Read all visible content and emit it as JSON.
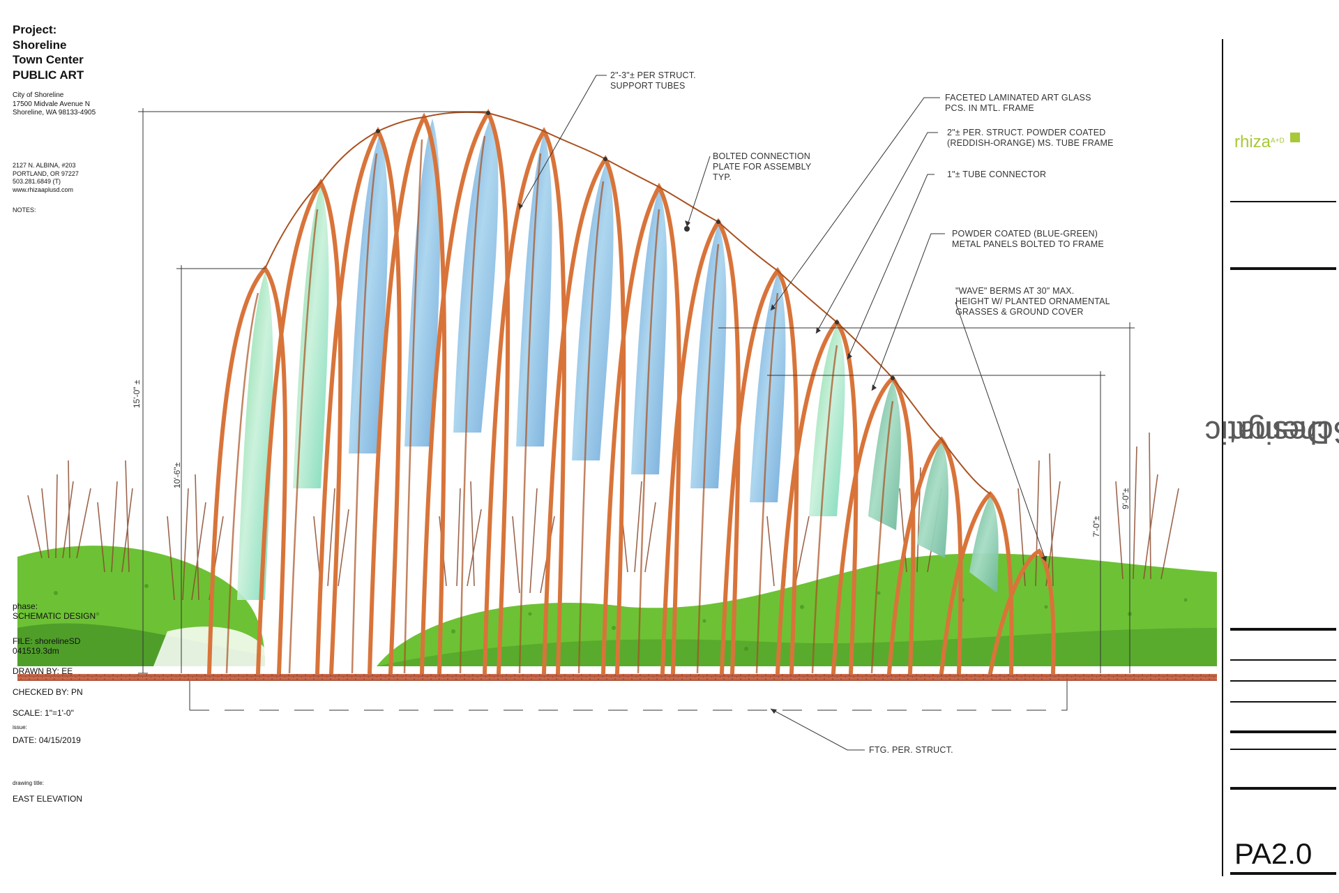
{
  "callouts": {
    "support_tubes": [
      "2\"-3\"± PER STRUCT.",
      "SUPPORT TUBES"
    ],
    "bolted_plate": [
      "BOLTED CONNECTION",
      "PLATE FOR ASSEMBLY",
      "TYP."
    ],
    "art_glass": [
      "FACETED LAMINATED ART GLASS",
      "PCS. IN MTL. FRAME"
    ],
    "tube_frame": [
      "2\"± PER. STRUCT. POWDER COATED",
      "(REDDISH-ORANGE) MS. TUBE FRAME"
    ],
    "tube_connector": [
      "1\"± TUBE CONNECTOR"
    ],
    "metal_panels": [
      "POWDER COATED (BLUE-GREEN)",
      "METAL PANELS BOLTED TO FRAME"
    ],
    "wave_berms": [
      "\"WAVE\" BERMS  AT 30\" MAX.",
      "HEIGHT W/ PLANTED ORNAMENTAL",
      "GRASSES & GROUND COVER"
    ],
    "footing": [
      "FTG. PER. STRUCT."
    ]
  },
  "dimensions": {
    "height_left": "15'-0\" ±",
    "height_inner": "10'-6\"±",
    "height_right": "9'-0\"±",
    "height_right_inner": "7'-0\"±"
  },
  "title_block": {
    "project_lines": [
      "Project:",
      "Shoreline",
      "Town Center",
      "PUBLIC ART"
    ],
    "client_lines": [
      "City of Shoreline",
      "17500 Midvale Avenue N",
      "Shoreline, WA 98133-4905"
    ],
    "firm_name": "rhiza",
    "firm_suffix": "A+D",
    "firm_lines": [
      "2127 N. ALBINA, #203",
      "PORTLAND, OR  97227",
      "503.281.6849 (T)",
      "www.rhizaaplusd.com"
    ],
    "notes_label": "NOTES:",
    "phase_big_lines": [
      "Schematic",
      "Design"
    ],
    "phase_label": "phase:",
    "phase_value": "SCHEMATIC DESIGN",
    "file_lines": [
      "FILE: shorelineSD",
      "041519.3dm"
    ],
    "drawn_by": "DRAWN BY: EE",
    "checked_by": "CHECKED BY: PN",
    "scale": "SCALE: 1\"=1'-0\"",
    "issue_label": "issue:",
    "date": "DATE:  04/15/2019",
    "drawing_title_label": "drawing title:",
    "drawing_title": "EAST ELEVATION",
    "sheet_number": "PA2.0"
  },
  "colors": {
    "frame": "#d8743a",
    "frame_dark": "#a9501f",
    "glass": "#8ec3e6",
    "glass_green": "#9fe0c2",
    "panel": "#7fc6a6",
    "grass_ground": "#6cc234",
    "grass_tall": "#8a4a2e",
    "brick": "#b5553a",
    "logo": "#a8c838"
  }
}
